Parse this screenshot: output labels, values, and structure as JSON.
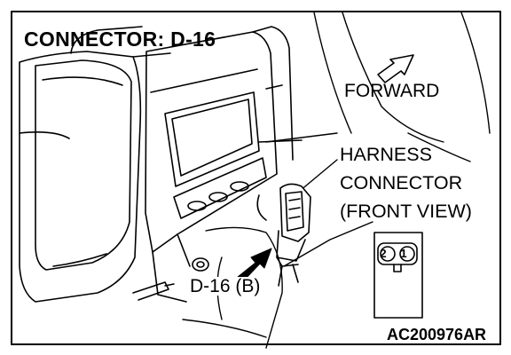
{
  "title": "CONNECTOR: D-16",
  "direction_label": "FORWARD",
  "view_label": {
    "line1": "HARNESS",
    "line2": "CONNECTOR",
    "line3": "(FRONT VIEW)"
  },
  "callout_label": "D-16 (B)",
  "figure_code": "AC200976AR",
  "connector_pins": [
    "2",
    "1"
  ]
}
